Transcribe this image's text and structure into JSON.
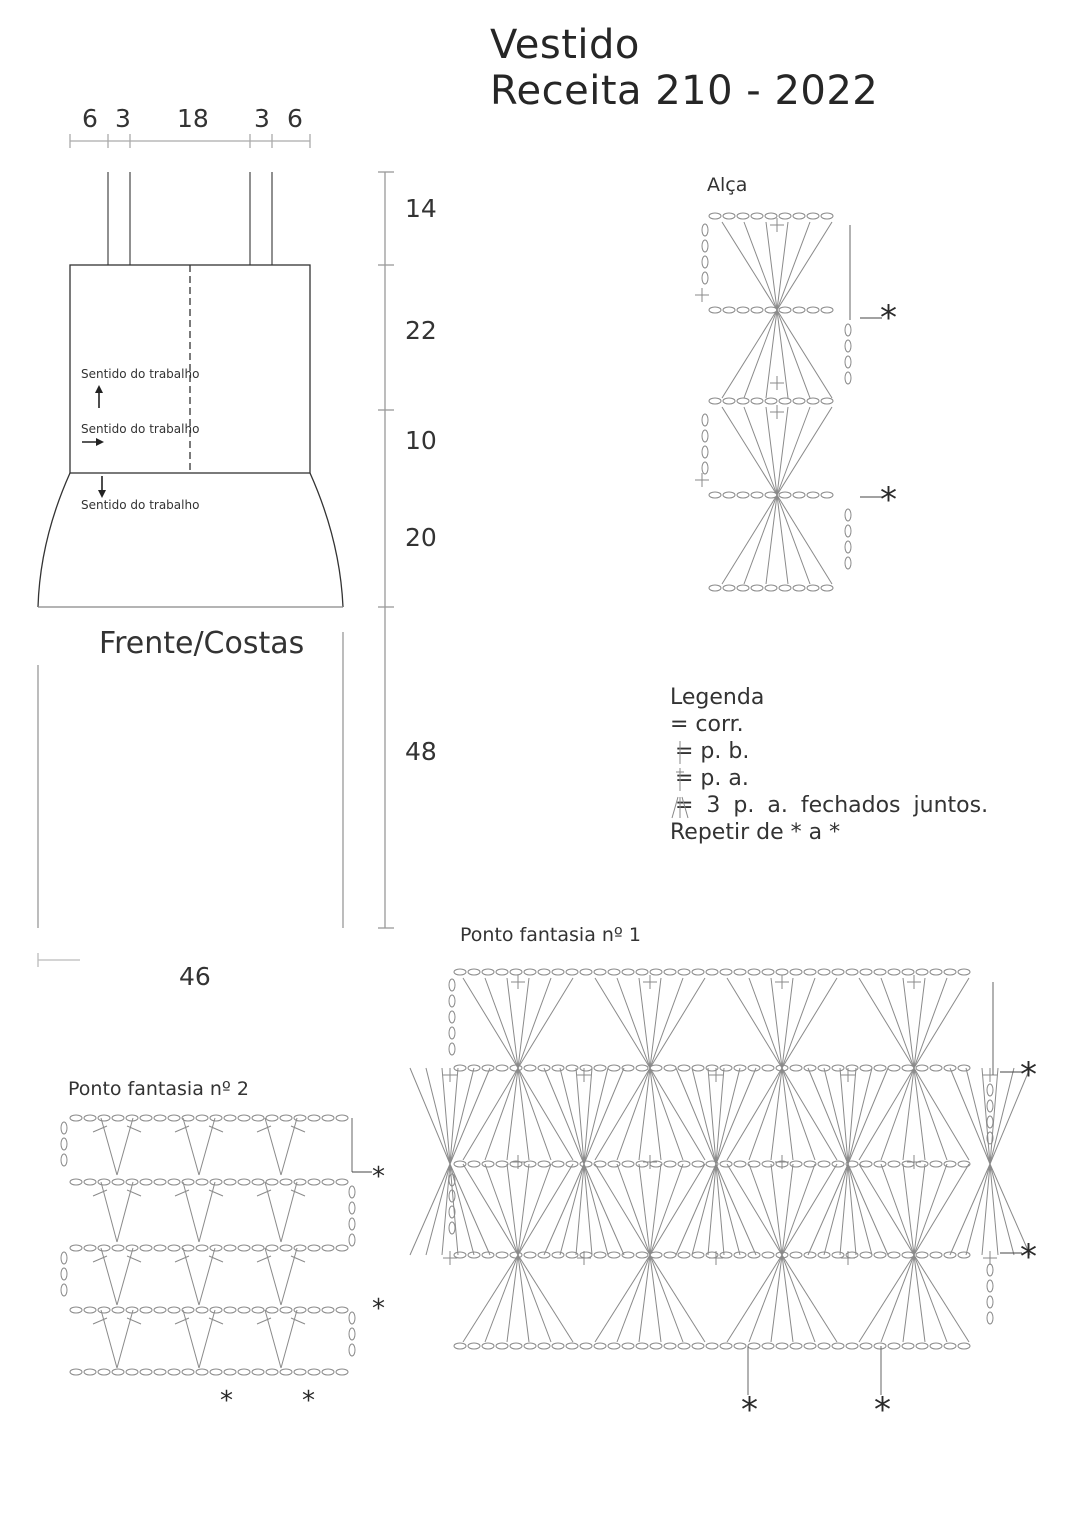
{
  "title": {
    "line1": "Vestido",
    "line2": "Receita 210 - 2022"
  },
  "pattern": {
    "top_widths": [
      "6",
      "3",
      "18",
      "3",
      "6"
    ],
    "heights": [
      "14",
      "22",
      "10",
      "20",
      "48"
    ],
    "bottom_width": "46",
    "piece_label": "Frente/Costas",
    "direction_labels": [
      "Sentido do trabalho",
      "Sentido do trabalho",
      "Sentido do trabalho"
    ]
  },
  "charts": {
    "alca": {
      "title": "Alça",
      "repeat_marks": [
        "*",
        "*"
      ]
    },
    "ponto1": {
      "title": "Ponto fantasia nº 1",
      "repeat_marks": [
        "*",
        "*",
        "*",
        "*"
      ]
    },
    "ponto2": {
      "title": "Ponto fantasia nº 2",
      "repeat_marks": [
        "*",
        "*",
        "*",
        "*"
      ]
    }
  },
  "legend": {
    "title": "Legenda",
    "items": [
      "= corr.",
      "= p. b.",
      "= p. a.",
      "= 3 p. a. fechados juntos."
    ],
    "footer": "Repetir de * a *"
  },
  "colors": {
    "line": "#555555",
    "text": "#2a2a2a",
    "symbol": "#8a8a8a"
  }
}
